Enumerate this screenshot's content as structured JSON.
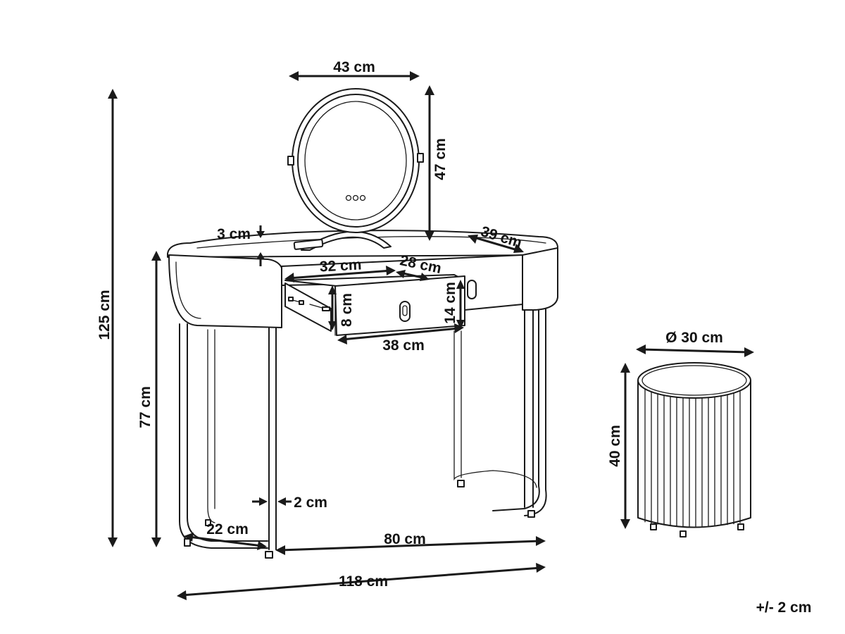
{
  "labels": {
    "mirror_width": "43 cm",
    "mirror_height": "47 cm",
    "total_height": "125 cm",
    "top_thickness": "3 cm",
    "table_depth": "39 cm",
    "drawer_inner_width": "32 cm",
    "drawer_depth": "28 cm",
    "drawer_inner_height": "8 cm",
    "drawer_front_height": "14 cm",
    "drawer_front_width": "38 cm",
    "table_height": "77 cm",
    "leg_gap": "2 cm",
    "leg_depth": "22 cm",
    "leg_span": "80 cm",
    "total_width": "118 cm",
    "stool_diameter": "Ø 30 cm",
    "stool_height": "40 cm",
    "tolerance": "+/- 2 cm"
  },
  "colors": {
    "line": "#1a1a1a",
    "background": "#ffffff"
  }
}
